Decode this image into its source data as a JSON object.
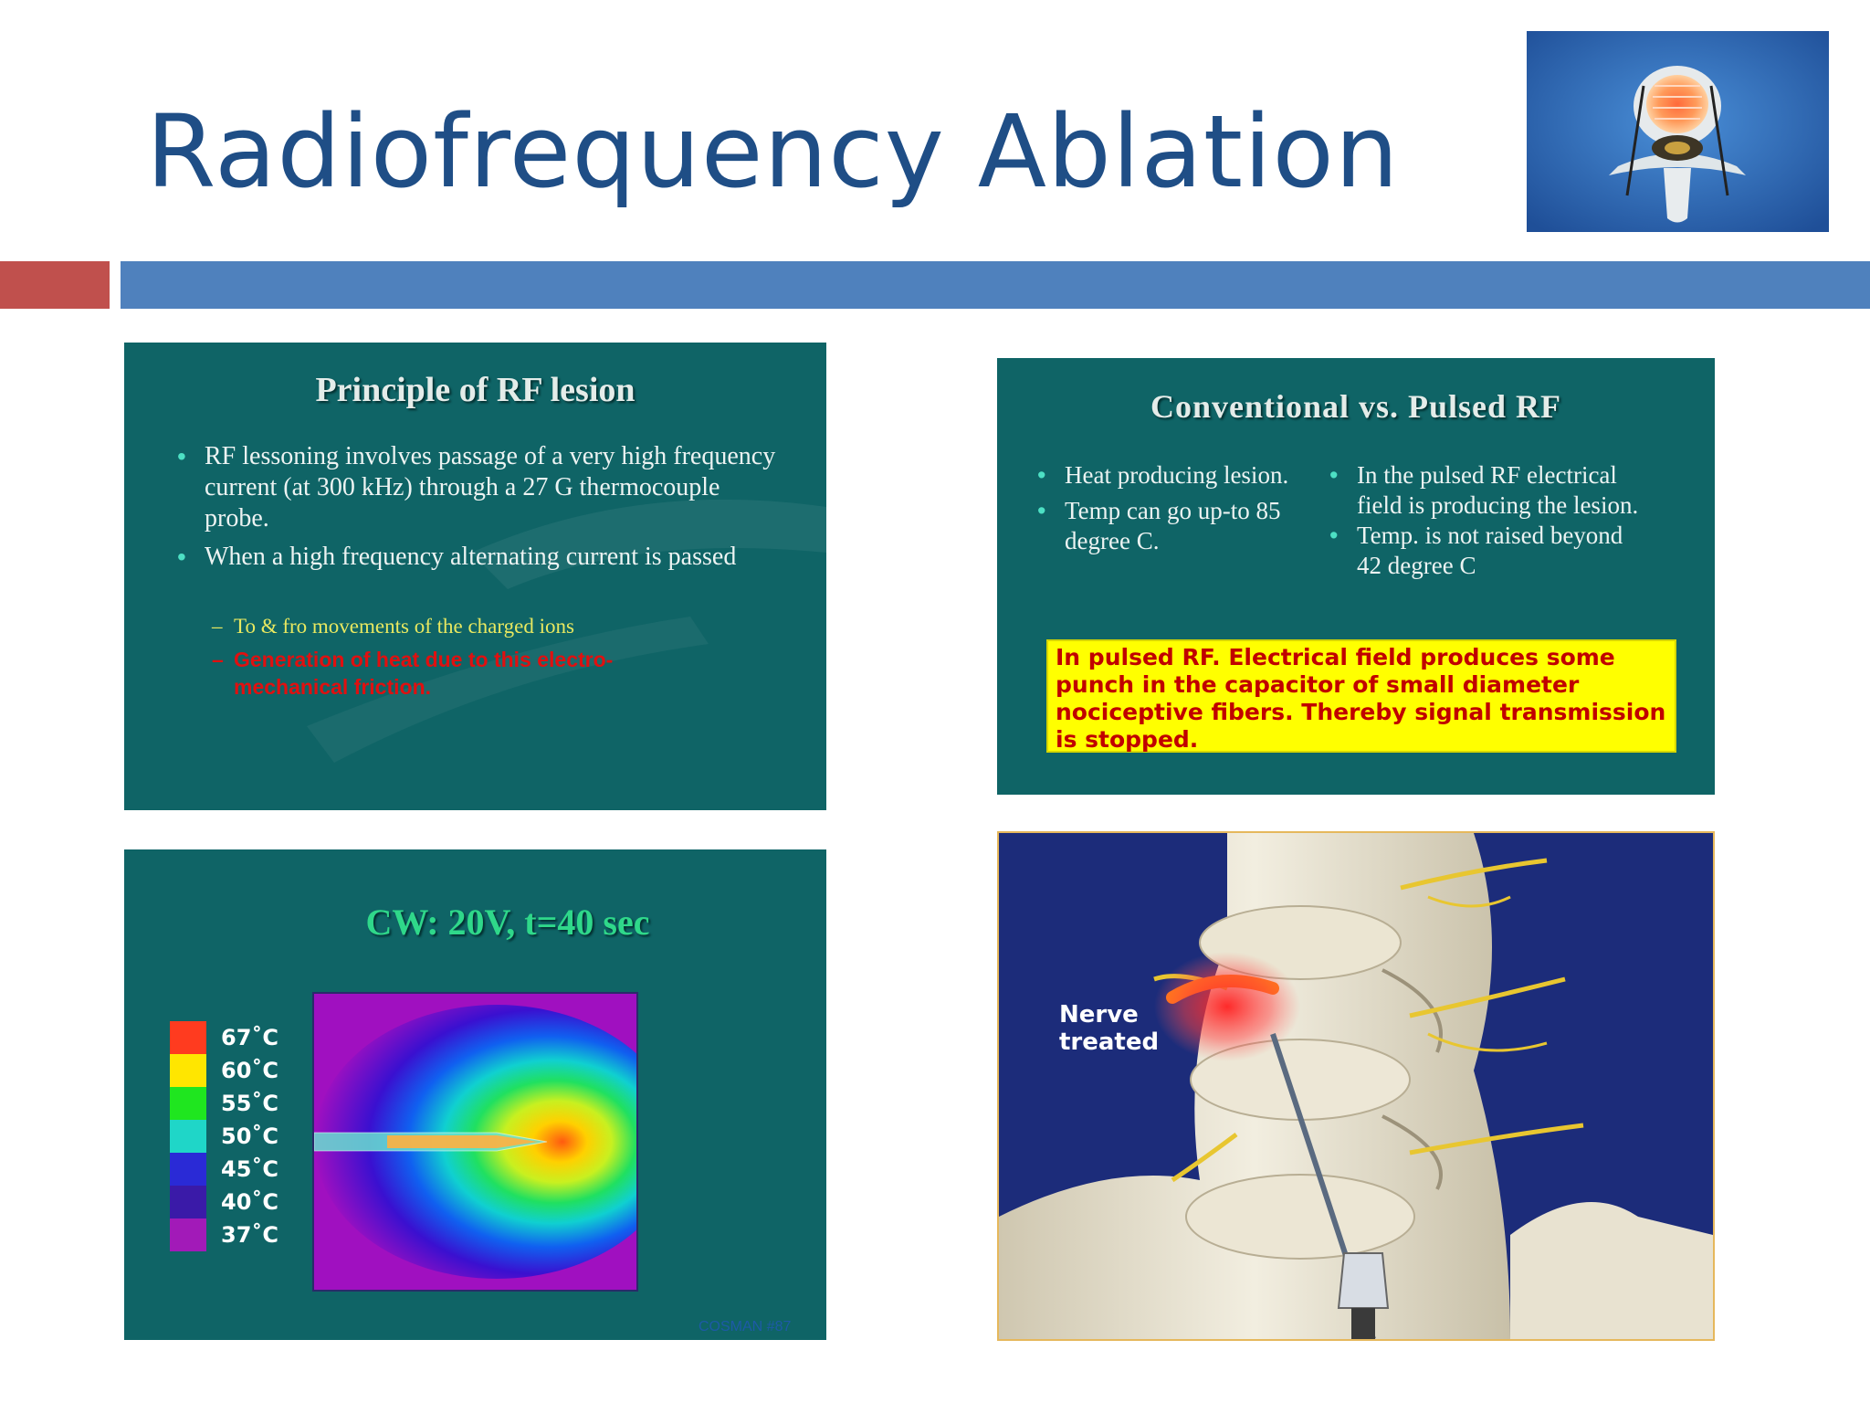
{
  "slide": {
    "title": "Radiofrequency Ablation"
  },
  "panels": {
    "principle": {
      "title": "Principle of RF lesion",
      "bullets": [
        "RF lessoning involves passage of a very high frequency current (at 300 kHz) through a 27 G thermocouple probe.",
        "When a high frequency alternating current is passed"
      ],
      "subbullets": [
        "To & fro movements of the charged ions",
        "Generation of heat due to this electro-mechanical friction."
      ]
    },
    "comparison": {
      "title": "Conventional vs. Pulsed RF",
      "left_bullets": [
        "Heat producing lesion.",
        "Temp can go up-to 85 degree C."
      ],
      "right_bullets": [
        "In the pulsed RF electrical field is producing the lesion.",
        "Temp. is not raised beyond 42 degree C"
      ],
      "note": "In pulsed RF. Electrical field produces some punch in the capacitor of small diameter nociceptive fibers. Thereby signal transmission is stopped."
    },
    "heatmap": {
      "title": "CW: 20V, t=40 sec",
      "watermark": "COSMAN  #87",
      "legend": [
        {
          "label": "67˚C",
          "color": "#ff3b1f"
        },
        {
          "label": "60˚C",
          "color": "#ffe600"
        },
        {
          "label": "55˚C",
          "color": "#1fe61f"
        },
        {
          "label": "50˚C",
          "color": "#1fd6c8"
        },
        {
          "label": "45˚C",
          "color": "#2a2ad6"
        },
        {
          "label": "40˚C",
          "color": "#3a1aa8"
        },
        {
          "label": "37˚C",
          "color": "#a21ab8"
        }
      ]
    },
    "illustration": {
      "label_line1": "Nerve",
      "label_line2": "treated"
    }
  },
  "colors": {
    "title": "#1f4e86",
    "accent_red": "#c0504d",
    "accent_blue": "#4f81bd",
    "slide_bg": "#0f6466",
    "subbullet_yellow": "#e8e860",
    "subbullet_red": "#e01010"
  }
}
